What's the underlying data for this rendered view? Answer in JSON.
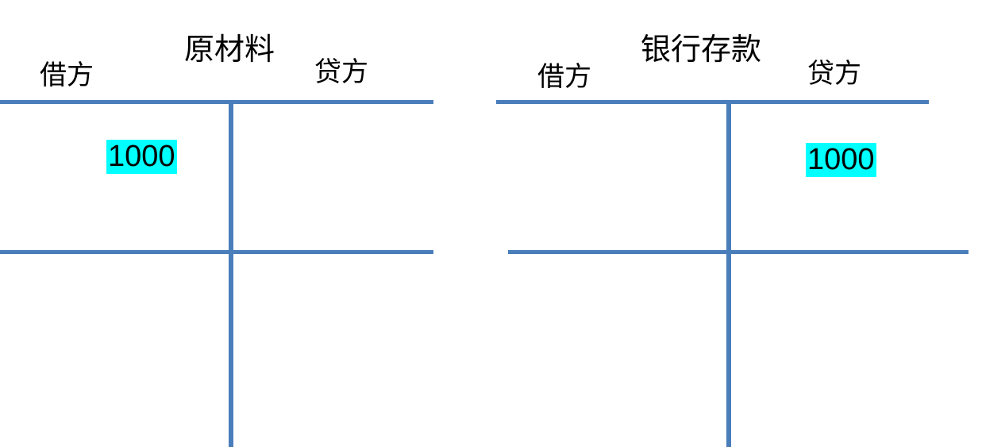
{
  "diagram": {
    "type": "t-account-ledger",
    "accounts": [
      {
        "title": "原材料",
        "debit_label": "借方",
        "credit_label": "贷方",
        "debit_entries": [
          {
            "value": "1000",
            "highlighted": true,
            "highlight_color": "#00FFFF"
          }
        ],
        "credit_entries": []
      },
      {
        "title": "银行存款",
        "debit_label": "借方",
        "credit_label": "贷方",
        "debit_entries": [],
        "credit_entries": [
          {
            "value": "1000",
            "highlighted": true,
            "highlight_color": "#00FFFF"
          }
        ]
      }
    ],
    "colors": {
      "rule": "#4A7EBB",
      "text": "#000000",
      "highlight": "#00FFFF",
      "background": "#FFFFFF"
    }
  }
}
